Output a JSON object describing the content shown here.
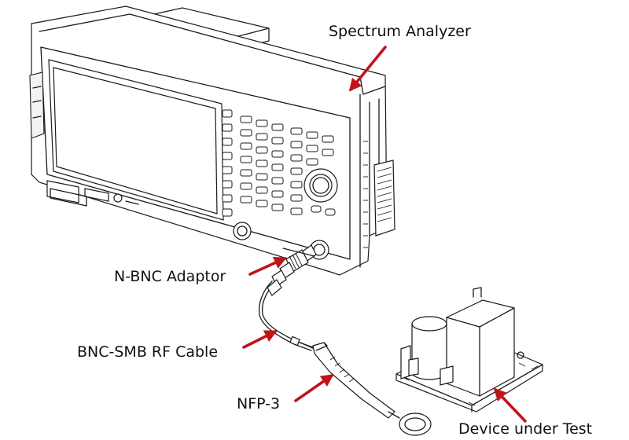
{
  "labels": {
    "spectrum_analyzer": "Spectrum Analyzer",
    "n_bnc_adaptor": "N-BNC Adaptor",
    "bnc_smb_cable": "BNC-SMB RF Cable",
    "probe": "NFP-3",
    "dut": "Device under Test"
  },
  "colors": {
    "arrow": "#c0141b",
    "line": "#1a1a1a",
    "background": "#ffffff"
  }
}
